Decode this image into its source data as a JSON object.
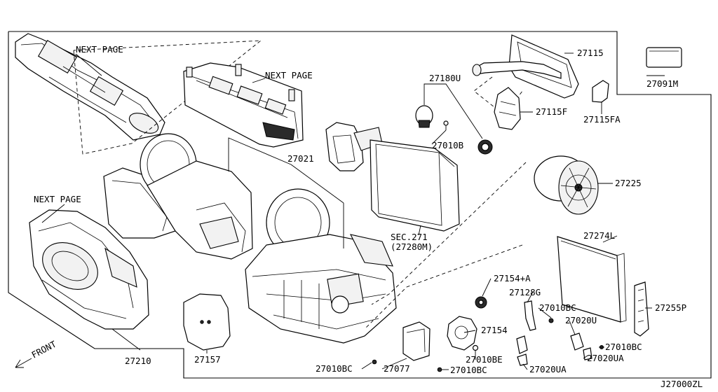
{
  "labels": {
    "next_page_1": "NEXT PAGE",
    "next_page_2": "NEXT PAGE",
    "next_page_3": "NEXT PAGE",
    "p27115": "27115",
    "p27091m": "27091M",
    "p27180u": "27180U",
    "p27115f": "27115F",
    "p27115fa": "27115FA",
    "p27010b": "27010B",
    "p27021": "27021",
    "p27225": "27225",
    "sec271": "SEC.271",
    "sec271_ref": "(27280M)",
    "p27274l": "27274L",
    "p27154a": "27154+A",
    "p27128g": "27128G",
    "p27010bc_1": "27010BC",
    "p27255p": "27255P",
    "p27020u": "27020U",
    "p27154": "27154",
    "p27010bc_2": "27010BC",
    "p27010be": "27010BE",
    "p27020ua_1": "27020UA",
    "p27210": "27210",
    "p27157": "27157",
    "p27010bc_3": "27010BC",
    "p27077": "27077",
    "p27010bc_4": "27010BC",
    "p27020ua_2": "27020UA",
    "front": "FRONT",
    "diagram_code": "J27000ZL"
  }
}
